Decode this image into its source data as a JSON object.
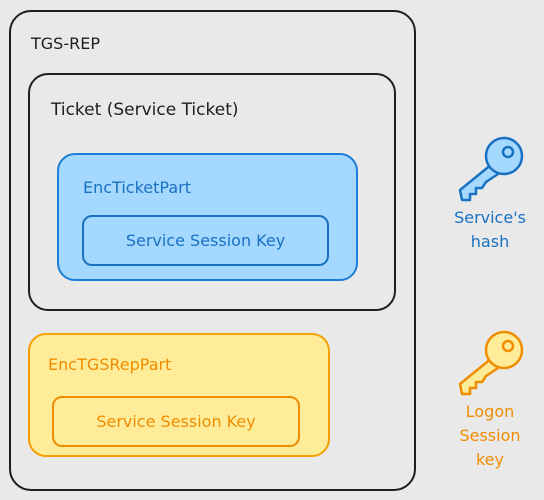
{
  "outer": {
    "title": "TGS-REP"
  },
  "ticket": {
    "title": "Ticket (Service Ticket)"
  },
  "enc_ticket_part": {
    "title": "EncTicketPart",
    "inner": "Service Session Key"
  },
  "enc_tgs_rep_part": {
    "title": "EncTGSRepPart",
    "inner": "Service Session Key"
  },
  "keys": {
    "service": {
      "icon": "key-icon",
      "color": "#1971c2",
      "fill": "#a5d8ff",
      "lines": [
        "Service's",
        "hash"
      ]
    },
    "logon": {
      "icon": "key-icon",
      "color": "#f08c00",
      "fill": "#ffec99",
      "lines": [
        "Logon",
        "Session",
        "key"
      ]
    }
  },
  "colors": {
    "blue": "#1971c2",
    "blue_fill": "#a5d8ff",
    "orange": "#f08c00",
    "yellow_fill": "#ffec99",
    "background": "#e9e9e9"
  }
}
